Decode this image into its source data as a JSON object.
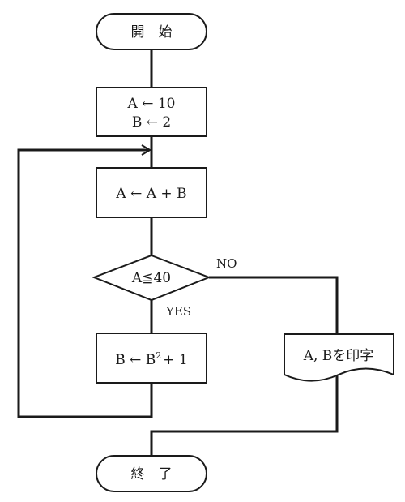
{
  "flowchart": {
    "start_label": "開　始",
    "init": {
      "line1": "A ← 10",
      "line2": "B ← 2"
    },
    "update_a": "A ← A + B",
    "condition": "A≦40",
    "yes_label": "YES",
    "no_label": "NO",
    "update_b": {
      "prefix": "B ← B",
      "exponent": "2",
      "suffix": "+ 1"
    },
    "print_label": "A, Bを印字",
    "end_label": "終　了"
  }
}
